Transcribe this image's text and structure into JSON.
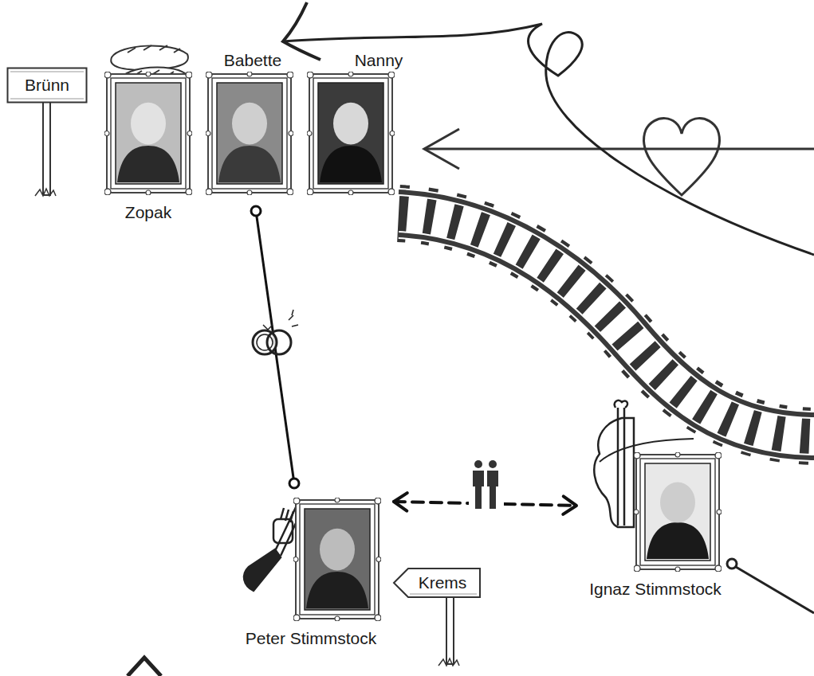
{
  "diagram": {
    "nodes": [
      {
        "text": [
          "Brünn"
        ]
      },
      {
        "text": [
          "Zopak"
        ]
      },
      {
        "text": [
          "Babette"
        ]
      },
      {
        "text": [
          "Nanny"
        ]
      },
      {
        "text": [
          "Peter Stimmstock"
        ]
      },
      {
        "text": [
          "Krems"
        ]
      },
      {
        "text": [
          "Ignaz Stimmstock"
        ]
      }
    ],
    "edges": [
      {
        "from": 2,
        "to": 4,
        "arrow": "none"
      },
      {
        "from": 4,
        "to": 6,
        "arrow": "both"
      }
    ]
  }
}
